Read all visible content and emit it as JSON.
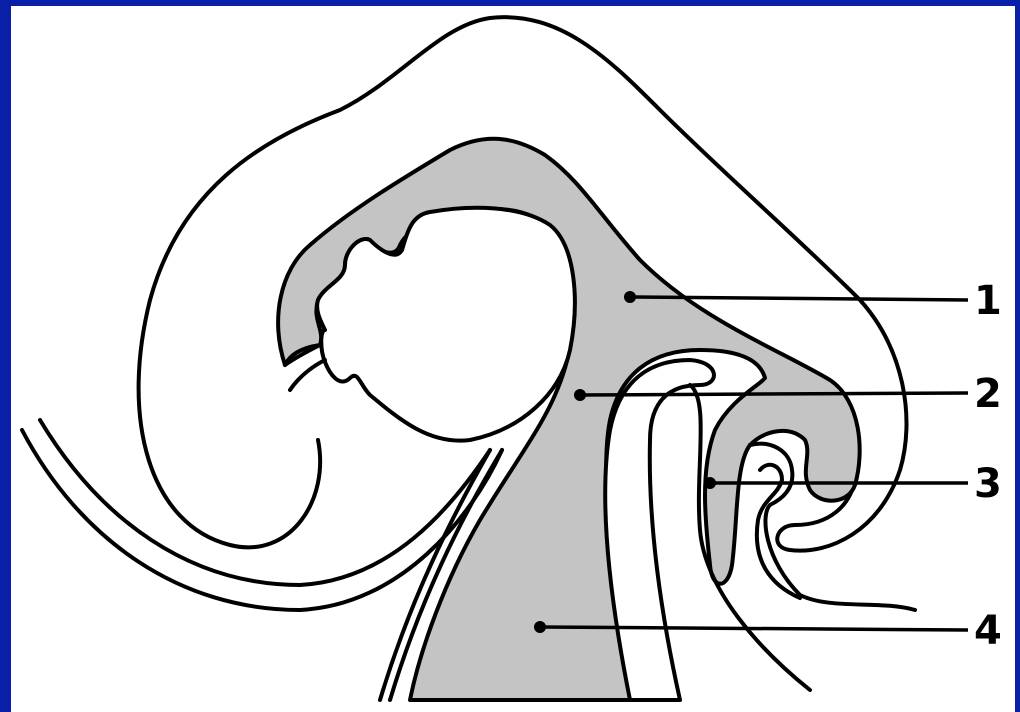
{
  "labels": [
    {
      "id": "1",
      "text": "1"
    },
    {
      "id": "2",
      "text": "2"
    },
    {
      "id": "3",
      "text": "3"
    },
    {
      "id": "4",
      "text": "4"
    }
  ],
  "colors": {
    "border": "#0a1fa8",
    "background": "#ffffff",
    "shaded_region": "#c4c4c4",
    "line": "#000000"
  }
}
